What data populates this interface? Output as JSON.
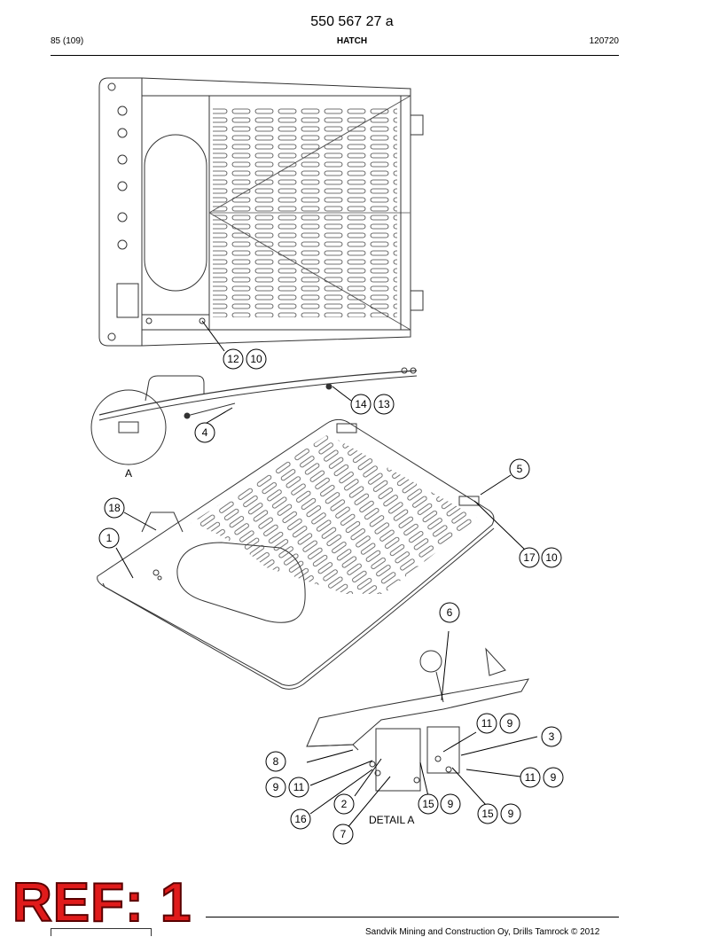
{
  "header": {
    "doc_number": "550 567 27 a",
    "page": "85 (109)",
    "section": "HATCH",
    "date": "120720"
  },
  "drawing": {
    "callouts": [
      "12",
      "10",
      "14",
      "13",
      "4",
      "5",
      "18",
      "1",
      "17",
      "10",
      "6",
      "11",
      "9",
      "3",
      "8",
      "11",
      "9",
      "9",
      "11",
      "2",
      "15",
      "9",
      "16",
      "15",
      "9",
      "7"
    ],
    "labels": {
      "detail_marker": "A",
      "detail_title": "DETAIL A"
    }
  },
  "stamp": {
    "text": "REF: 1"
  },
  "footer": {
    "text": "Sandvik Mining and Construction Oy, Drills Tamrock © 2012"
  }
}
